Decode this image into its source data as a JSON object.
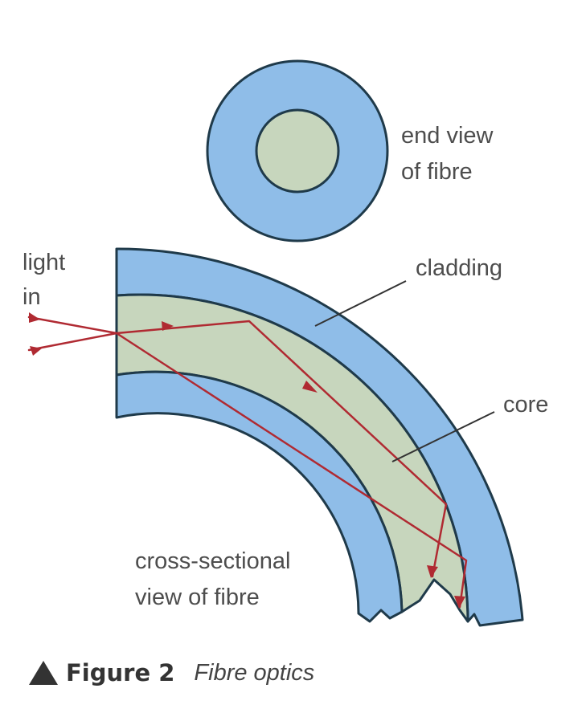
{
  "figure": {
    "number_label": "Figure 2",
    "title": "Fibre optics"
  },
  "labels": {
    "end_view_line1": "end view",
    "end_view_line2": "of fibre",
    "light_in_line1": "light",
    "light_in_line2": "in",
    "cladding": "cladding",
    "core": "core",
    "cross_section_line1": "cross-sectional",
    "cross_section_line2": "view of fibre"
  },
  "colors": {
    "cladding": "#8fbde8",
    "core": "#c7d6bd",
    "outline": "#1f3a4a",
    "ray": "#b02a32",
    "text": "#4d4d4d",
    "leader": "#333333"
  },
  "icons": {
    "caption_marker": "triangle-up-icon"
  }
}
